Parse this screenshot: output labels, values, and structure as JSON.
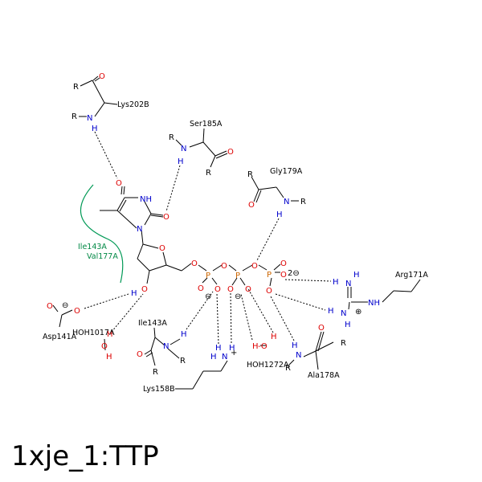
{
  "title": "1xje_1:TTP",
  "residues": {
    "lys202b": "Lys202B",
    "ser185a": "Ser185A",
    "gly179a": "Gly179A",
    "arg171a": "Arg171A",
    "asp141a": "Asp141A",
    "hoh1017a": "HOH1017A",
    "ile143a": "Ile143A",
    "lys158b": "Lys158B",
    "hoh1272a": "HOH1272A",
    "ala178a": "Ala178A"
  },
  "hydrophobic": {
    "ile143a": "Ile143A",
    "val177a": "Val177A"
  },
  "charges": {
    "phosphate": "2⊖",
    "minus": "⊖",
    "plus": "⊕"
  },
  "colors": {
    "nitrogen": "#0000cc",
    "oxygen": "#dd0000",
    "phosphorus": "#cc6600",
    "hydrophobic": "#009955"
  }
}
